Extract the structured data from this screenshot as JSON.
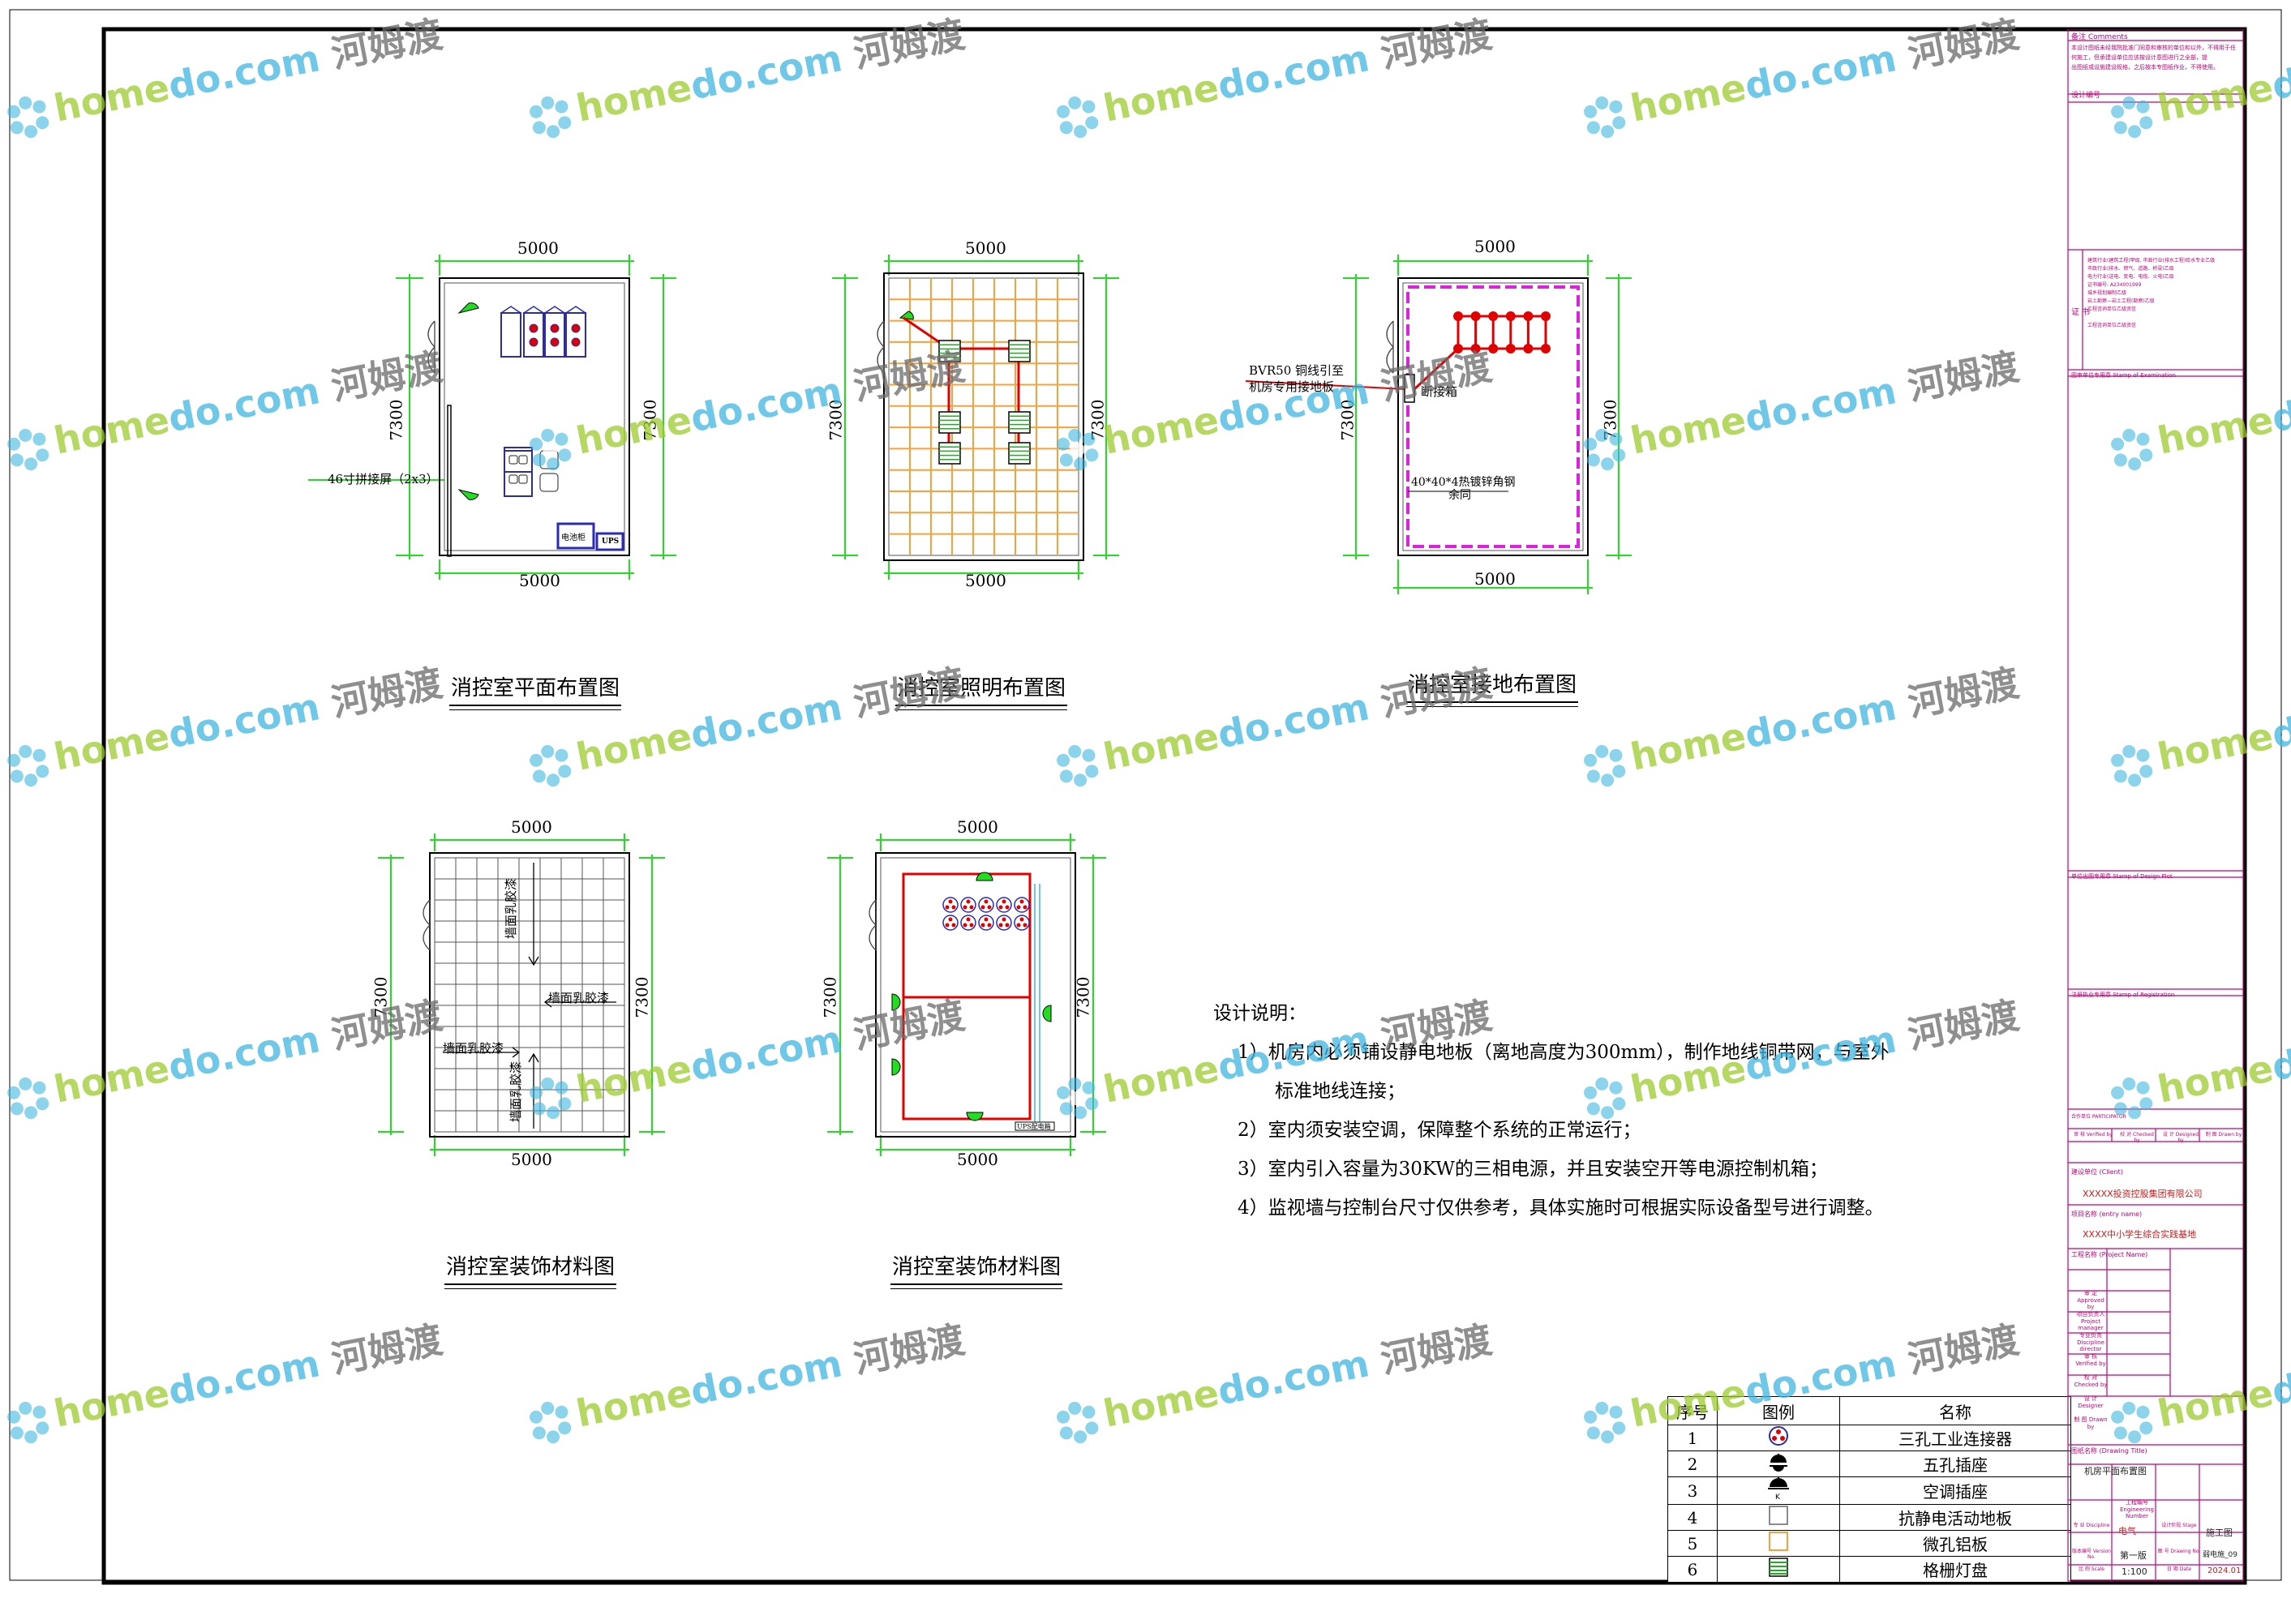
{
  "dims": {
    "width": "5000",
    "height": "7300"
  },
  "plans": [
    {
      "title": "消控室平面布置图",
      "label_screen": "46寸拼接屏（2x3）",
      "label_cabinet": "电池柜",
      "label_ups": "UPS"
    },
    {
      "title": "消控室照明布置图"
    },
    {
      "title": "消控室接地布置图",
      "label_cable_1": "BVR50 铜线引至",
      "label_cable_2": "机房专用接地板",
      "label_box": "断接箱",
      "label_steel_1": "40*40*4热镀锌角钢",
      "label_steel_2": "余同"
    },
    {
      "title": "消控室装饰材料图",
      "label_wall_1": "墙面乳胶漆",
      "label_wall_2": "墙面乳胶漆",
      "label_wall_3": "墙面乳胶漆",
      "label_wall_4": "墙面乳胶漆"
    },
    {
      "title": "消控室装饰材料图",
      "label_ups": "UPS配电箱"
    }
  ],
  "notes": {
    "heading": "设计说明：",
    "items": [
      "1）机房内必须铺设静电地板（离地高度为300mm），制作地线铜带网，与室外",
      "标准地线连接；",
      "2）室内须安装空调，保障整个系统的正常运行；",
      "3）室内引入容量为30KW的三相电源，并且安装空开等电源控制机箱；",
      "4）监视墙与控制台尺寸仅供参考，具体实施时可根据实际设备型号进行调整。"
    ]
  },
  "legend": {
    "headers": [
      "序号",
      "图例",
      "名称"
    ],
    "rows": [
      {
        "no": "1",
        "name": "三孔工业连接器",
        "icon": "industrial-connector-icon"
      },
      {
        "no": "2",
        "name": "五孔插座",
        "icon": "five-hole-socket-icon"
      },
      {
        "no": "3",
        "name": "空调插座",
        "icon": "ac-socket-icon"
      },
      {
        "no": "4",
        "name": "抗静电活动地板",
        "icon": "antistatic-floor-icon"
      },
      {
        "no": "5",
        "name": "微孔铝板",
        "icon": "perforated-aluminum-icon"
      },
      {
        "no": "6",
        "name": "格栅灯盘",
        "icon": "grille-lamp-icon"
      }
    ]
  },
  "titleblock": {
    "remarks": "备注 Comments",
    "remarks_text_1": "本设计图纸未经我院批准门同意和审核的单位和以外，不得用于任",
    "remarks_text_2": "何施工，但承建设单位应该按设计意图进行之全部，提",
    "remarks_text_3": "出图纸或设施建设规格，之后按本专图纸作业，不得使用。",
    "design_no": "设计编号",
    "cert_label": "证 书",
    "cert_1": "建筑行业(建筑工程)甲级, 市政行业(排水工程)给水专业乙级",
    "cert_2": "市政行业(排水、燃气、道路、桥梁)乙级",
    "cert_3": "电力行业(送电、变电、电缆、火电)乙级",
    "cert_4": "证书编号: A234001999",
    "cert_5": "城乡规划编制乙级",
    "cert_6": "岩土勘察—岩土工程(勘察)乙级",
    "cert_7": "工程咨询单位乙级资信",
    "cert_8": "工程咨询单位乙级资信",
    "stamp_review": "图审单位专用章 Stamp of Examination",
    "stamp_design": "单位出图专用章 Stamp of Design Plot",
    "stamp_reg": "注册执业专用章 Stamp of Registration",
    "partner": "合作单位 PARTICIPATOR",
    "sign_headers": [
      "审 核 Verified by",
      "校 对 Checked by",
      "设 计 Designed by",
      "制 图 Drawn by"
    ],
    "client_label": "建设单位 (Client)",
    "client": "XXXXX投资控股集团有限公司",
    "entry_label": "项目名称 (entry name)",
    "entry": "XXXX中小学生综合实践基地",
    "project_label": "工程名称 (Project Name)",
    "roles": [
      "审 定 Approved by",
      "项目负责人 Project manager",
      "专业负责 Discipline director",
      "审 核 Verified by",
      "校 对 Checked by",
      "设 计 Designer",
      "制 图 Drawn by"
    ],
    "drawing_label": "图纸名称 (Drawing Title)",
    "drawing": "机房平面布置图",
    "eng_no_label": "工程编号 Engineering Number",
    "discipline_label": "专 业 Discipline",
    "discipline": "电气",
    "stage_label": "设计阶段 Stage",
    "stage": "施工图",
    "version_label": "版本编号 Version No.",
    "version": "第一版",
    "drawing_no_label": "图 号 Drawing No.",
    "drawing_no": "弱电施_09",
    "scale_label": "比 例 Scale",
    "scale": "1:100",
    "date_label": "日 期 Date",
    "date": "2024.01"
  },
  "watermark": {
    "text_a": "home",
    "text_b": "do.com",
    "text_c": "河姆渡"
  },
  "colors": {
    "green": "#22dd22",
    "red": "#e00000",
    "orange": "#f5a23c",
    "magenta": "#dd22dd",
    "blue": "#2b2bb0",
    "pink": "#c0007a"
  }
}
